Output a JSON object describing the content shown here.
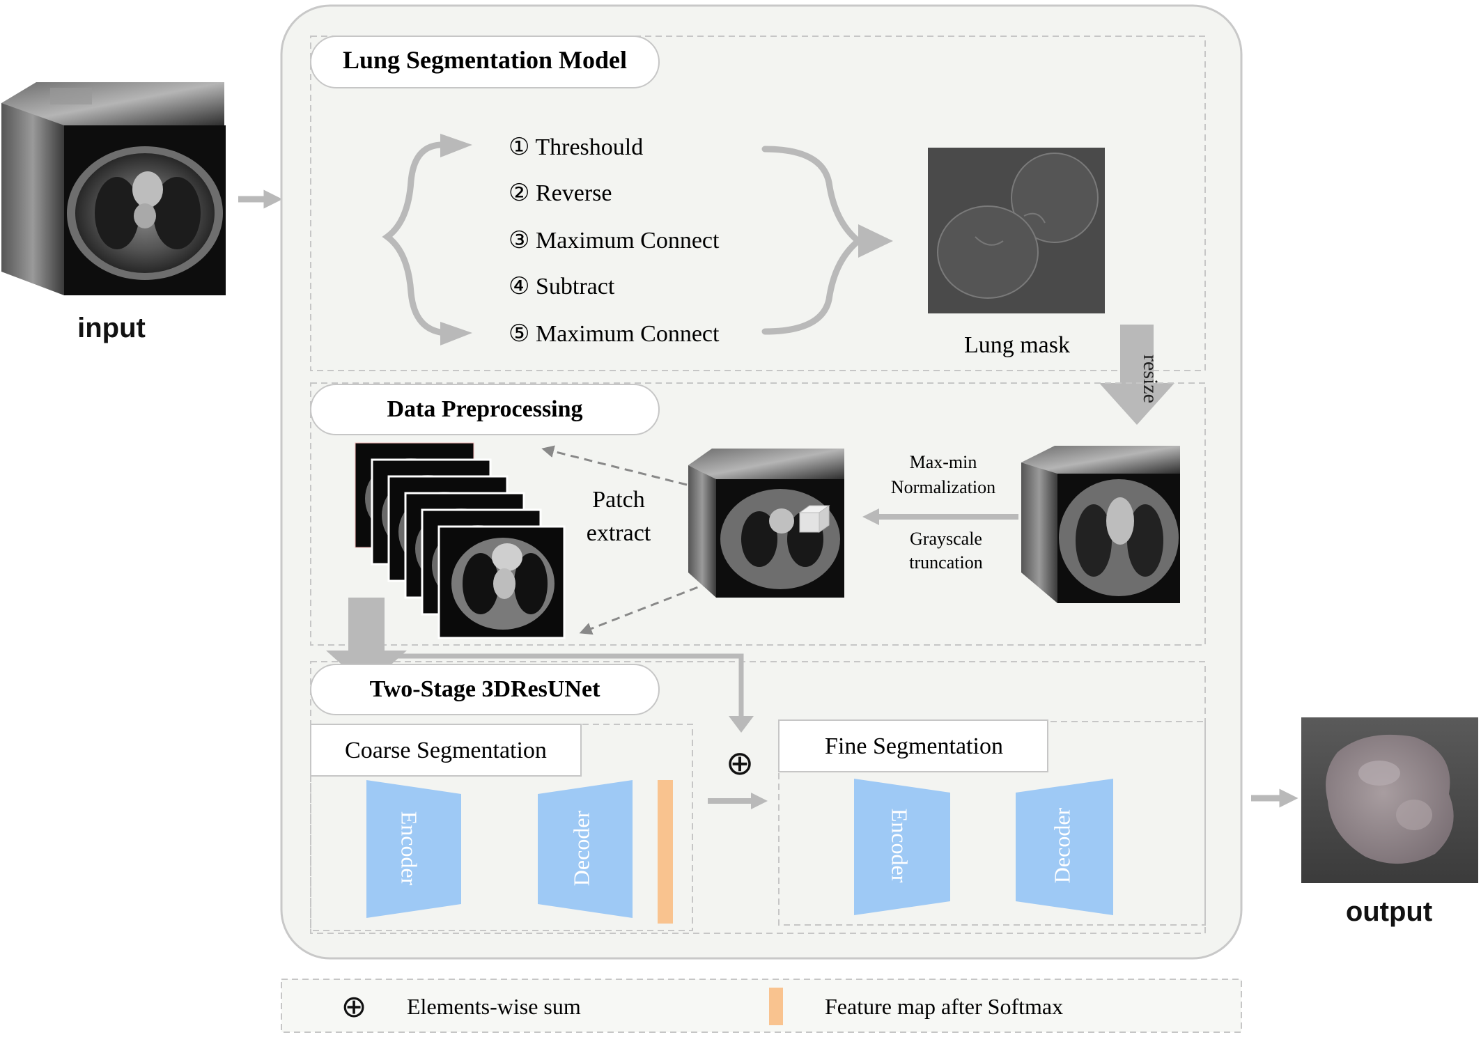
{
  "input": {
    "label": "input"
  },
  "output": {
    "label": "output"
  },
  "lung_segmentation": {
    "title": "Lung Segmentation Model",
    "steps": [
      "① Threshould",
      "② Reverse",
      "③ Maximum Connect",
      "④ Subtract",
      "⑤ Maximum Connect"
    ],
    "mask_label": "Lung mask",
    "resize_label": "resize"
  },
  "preprocessing": {
    "title": "Data Preprocessing",
    "patch_label_1": "Patch",
    "patch_label_2": "extract",
    "norm_label_1": "Max-min",
    "norm_label_2": "Normalization",
    "trunc_label_1": "Grayscale",
    "trunc_label_2": "truncation"
  },
  "network": {
    "title": "Two-Stage 3DResUNet",
    "coarse_title": "Coarse Segmentation",
    "fine_title": "Fine Segmentation",
    "encoder_label": "Encoder",
    "decoder_label": "Decoder",
    "sum_symbol": "⊕"
  },
  "legend": {
    "sum_symbol": "⊕",
    "sum_label": "Elements-wise sum",
    "feature_label": "Feature map after Softmax"
  },
  "colors": {
    "panel_bg": "#f3f4f1",
    "arrow": "#b9b9b9",
    "encoder_fill": "#9ec9f5",
    "feature_map": "#f9c38f"
  },
  "icons": [
    "ct-volume-cube",
    "lung-mask-image",
    "ct-slice-stack",
    "tumor-output-render",
    "plus-circle-icon"
  ]
}
